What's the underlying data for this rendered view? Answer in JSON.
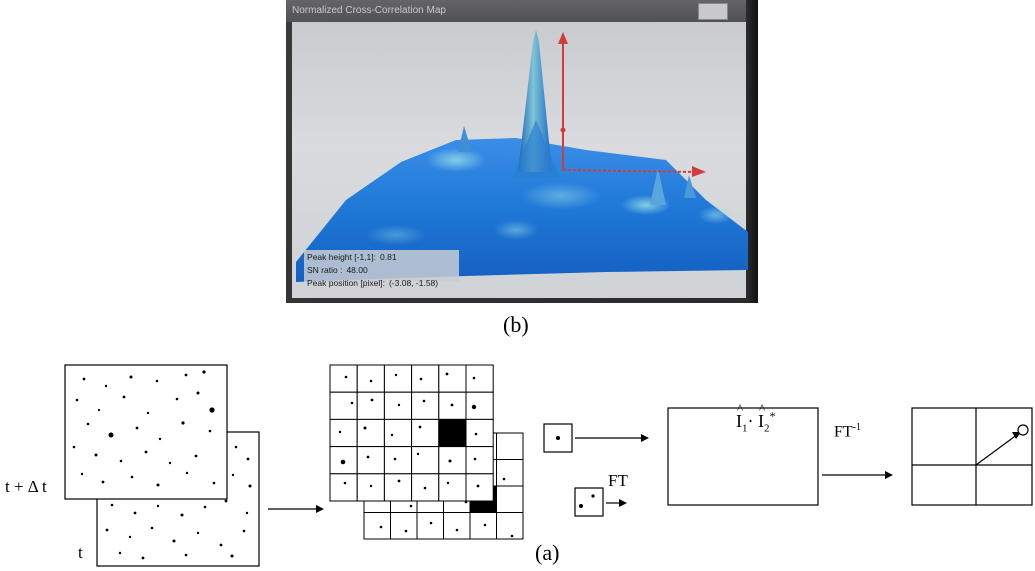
{
  "panel_b": {
    "caption": "(b)",
    "window_title": "Normalized Cross-Correlation Map",
    "readout": {
      "peak_height_label": "Peak height [-1,1]:",
      "peak_height_value": "0.81",
      "sn_ratio_label": "SN ratio :",
      "sn_ratio_value": "48.00",
      "peak_position_label": "Peak position [pixel]:",
      "peak_position_value": "(-3.08, -1.58)"
    },
    "surface_color": "#1f78d6",
    "arrow_color": "#d23b3b"
  },
  "panel_a": {
    "caption": "(a)",
    "frame_labels": {
      "later": "t + Δ t",
      "earlier": "t"
    },
    "ft_label": "FT",
    "formula": {
      "i1": "I",
      "i1_sub": "1",
      "dot": "·",
      "i2": "I",
      "i2_sub": "2",
      "i2_sup": "*"
    },
    "inverse_ft": {
      "base": "FT",
      "sup": "-1"
    }
  }
}
